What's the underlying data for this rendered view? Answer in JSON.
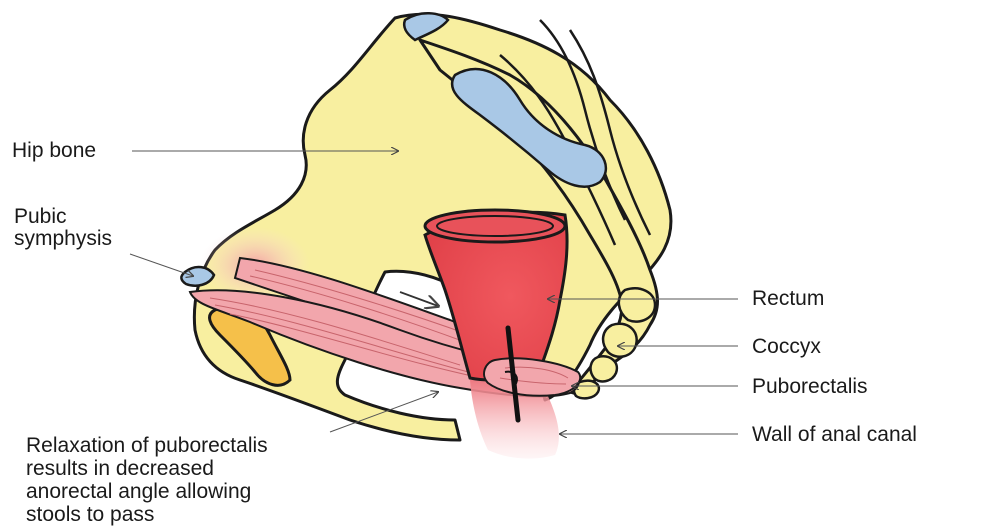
{
  "labels": {
    "hip_bone": "Hip bone",
    "pubic_line1": "Pubic",
    "pubic_line2": "symphysis",
    "rectum": "Rectum",
    "coccyx": "Coccyx",
    "puborectalis": "Puborectalis",
    "wall": "Wall of anal canal",
    "relax_line1": "Relaxation of puborectalis",
    "relax_line2": "results in decreased",
    "relax_line3": "anorectal angle allowing",
    "relax_line4": "stools to pass"
  },
  "colors": {
    "bone": "#f8efa0",
    "bone_outline": "#1a1a1a",
    "cartilage": "#a9c8e6",
    "rectum": "#e8525a",
    "muscle": "#f2a6ac",
    "leader": "#555555"
  }
}
